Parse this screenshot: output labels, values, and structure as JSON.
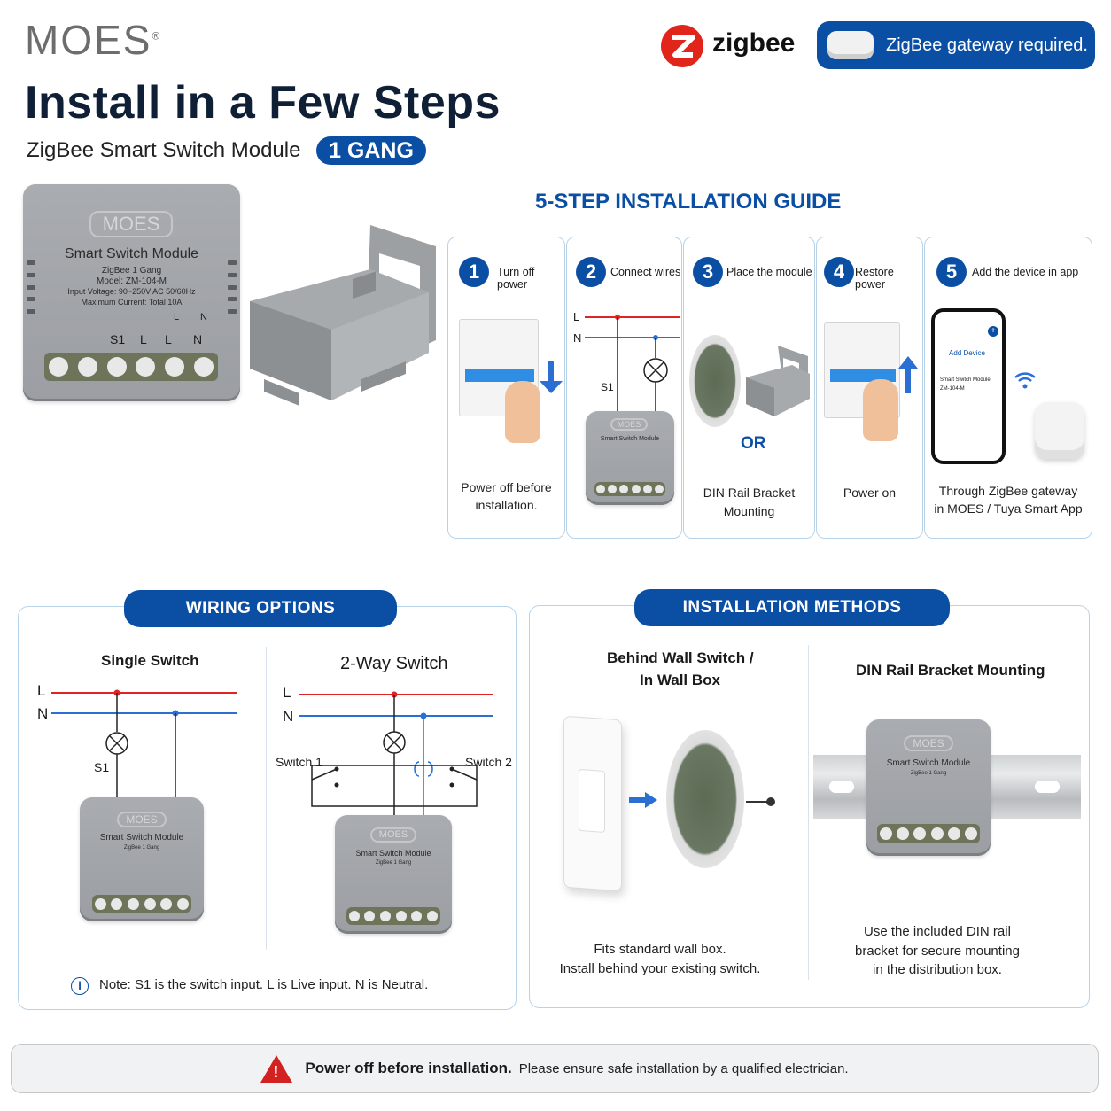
{
  "brand": {
    "name": "MOES",
    "reg": "®"
  },
  "header": {
    "zigbee_logo_text": "zigbee",
    "gateway_notice": "ZigBee gateway required.",
    "title": "Install in a Few Steps",
    "subtitle": "ZigBee Smart Switch Module",
    "gang_badge": "1 GANG"
  },
  "product": {
    "logo": "MOES",
    "name": "Smart Switch Module",
    "line1": "ZigBee 1 Gang",
    "line2": "Model: ZM-104-M",
    "line3": "Input Voltage: 90~250V AC 50/60Hz",
    "line4": "Maximum Current: Total 10A",
    "terminals": [
      "S1",
      "L",
      "L",
      "N"
    ],
    "top_marks": [
      "L",
      "N"
    ]
  },
  "guide": {
    "title": "5-STEP INSTALLATION GUIDE",
    "or_text": "OR",
    "steps": [
      {
        "num": "1",
        "label": "Turn off power",
        "caption_l1": "Power off before",
        "caption_l2": "installation."
      },
      {
        "num": "2",
        "label": "Connect wires",
        "wire_l": "L",
        "wire_n": "N",
        "wire_s1": "S1"
      },
      {
        "num": "3",
        "label": "Place the module",
        "caption_l1": "DIN Rail Bracket",
        "caption_l2": "Mounting"
      },
      {
        "num": "4",
        "label": "Restore power",
        "caption_l1": "Power on"
      },
      {
        "num": "5",
        "label": "Add the device in app",
        "caption_l1": "Through ZigBee gateway",
        "caption_l2": "in MOES / Tuya Smart App",
        "app_title": "Add Device",
        "app_item1": "Smart Switch Module",
        "app_item2": "ZM-104-M"
      }
    ]
  },
  "wiring": {
    "title": "WIRING OPTIONS",
    "single": {
      "title": "Single Switch",
      "l": "L",
      "n": "N",
      "s1": "S1"
    },
    "two_way": {
      "title": "2-Way Switch",
      "l": "L",
      "n": "N",
      "switch1": "Switch 1",
      "switch2": "Switch 2"
    },
    "note": "Note: S1 is the switch input. L is Live input. N is Neutral."
  },
  "methods": {
    "title": "INSTALLATION METHODS",
    "wall": {
      "title_l1": "Behind Wall Switch /",
      "title_l2": "In Wall Box",
      "caption_l1": "Fits standard wall box.",
      "caption_l2": "Install behind your existing switch."
    },
    "din": {
      "title": "DIN Rail Bracket Mounting",
      "caption_l1": "Use the included DIN rail",
      "caption_l2": "bracket for secure mounting",
      "caption_l3": "in the distribution box."
    }
  },
  "footer": {
    "bold": "Power off before installation.",
    "text": "Please ensure safe installation by a qualified electrician."
  },
  "colors": {
    "accent": "#0b4fa5",
    "live": "#e02424",
    "neutral": "#2a6fd1",
    "warning": "#d32020"
  }
}
